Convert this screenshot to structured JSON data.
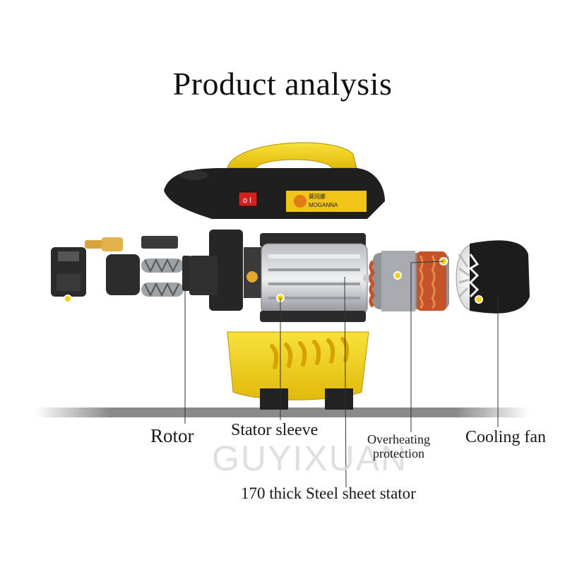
{
  "title": "Product analysis",
  "brand": {
    "logo_text": "MOGANNA",
    "logo_sub": "莫冈娜"
  },
  "watermark": "GUYIXUAN",
  "labels": {
    "rotor": "Rotor",
    "stator_sleeve": "Stator sleeve",
    "overheating_line1": "Overheating",
    "overheating_line2": "protection",
    "cooling_fan": "Cooling fan",
    "steel_stator": "170 thick Steel sheet stator"
  },
  "colors": {
    "accent_yellow": "#f3d319",
    "housing_dark": "#1e1e1e",
    "copper": "#c4532a",
    "switch_red": "#d62020"
  }
}
